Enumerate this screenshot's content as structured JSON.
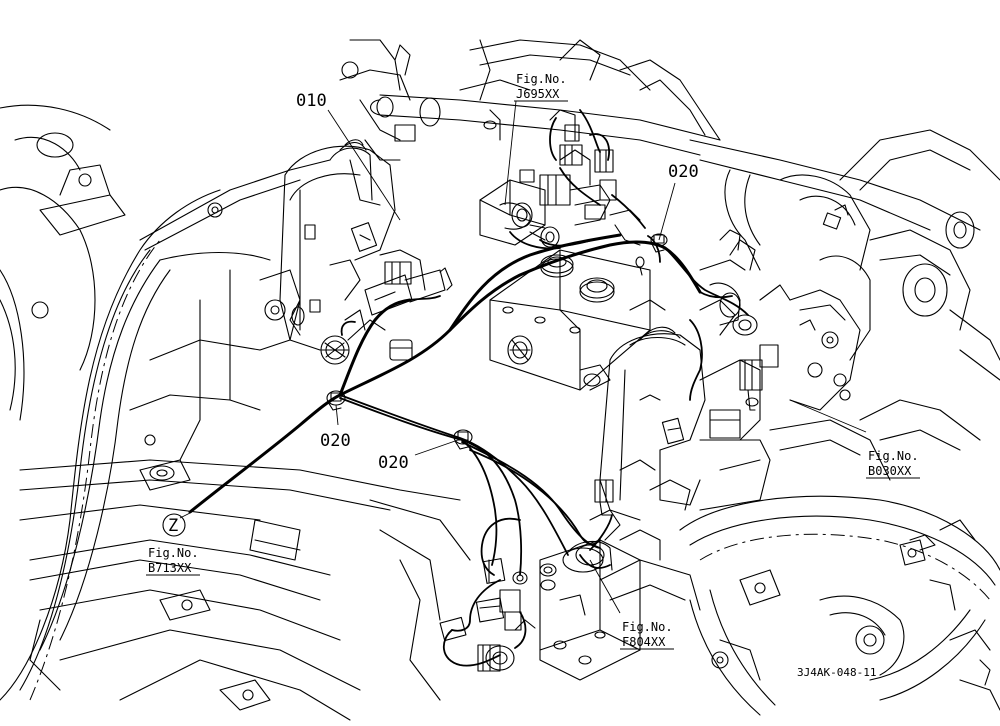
{
  "diagram": {
    "part_labels": {
      "part_010": "010",
      "part_020_top": "020",
      "part_020_left": "020",
      "part_020_center": "020"
    },
    "fig_refs": {
      "j695": {
        "line1": "Fig.No.",
        "line2": "J695XX"
      },
      "b030": {
        "line1": "Fig.No.",
        "line2": "B030XX"
      },
      "b713": {
        "line1": "Fig.No.",
        "line2": "B713XX"
      },
      "f804": {
        "line1": "Fig.No.",
        "line2": "F804XX"
      }
    },
    "connection_marker": "Z",
    "drawing_code": "3J4AK-048-11"
  }
}
